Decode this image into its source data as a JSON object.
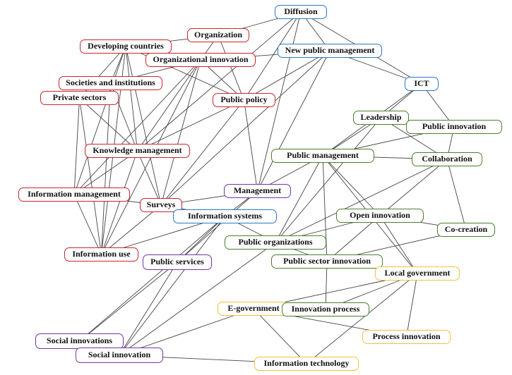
{
  "diagram": {
    "type": "keyword co-occurrence network",
    "clusters": [
      {
        "name": "cluster-red",
        "color": "#c8262c"
      },
      {
        "name": "cluster-blue",
        "color": "#2a78c6"
      },
      {
        "name": "cluster-green",
        "color": "#4a7f2e"
      },
      {
        "name": "cluster-purple",
        "color": "#7236a8"
      },
      {
        "name": "cluster-yellow",
        "color": "#f2c040"
      }
    ],
    "edge_color": "#444444",
    "nodes": [
      {
        "id": "diffusion",
        "label": "Diffusion",
        "cluster": "cluster-blue"
      },
      {
        "id": "organization",
        "label": "Organization",
        "cluster": "cluster-red"
      },
      {
        "id": "developing-countries",
        "label": "Developing countries",
        "cluster": "cluster-red"
      },
      {
        "id": "organizational-innovation",
        "label": "Organizational innovation",
        "cluster": "cluster-red"
      },
      {
        "id": "new-public-management",
        "label": "New public management",
        "cluster": "cluster-blue"
      },
      {
        "id": "societies-and-institutions",
        "label": "Societies and institutions",
        "cluster": "cluster-red"
      },
      {
        "id": "ict",
        "label": "ICT",
        "cluster": "cluster-blue"
      },
      {
        "id": "private-sectors",
        "label": "Private sectors",
        "cluster": "cluster-red"
      },
      {
        "id": "public-policy",
        "label": "Public policy",
        "cluster": "cluster-red"
      },
      {
        "id": "leadership",
        "label": "Leadership",
        "cluster": "cluster-green"
      },
      {
        "id": "public-innovation",
        "label": "Public innovation",
        "cluster": "cluster-green"
      },
      {
        "id": "knowledge-management",
        "label": "Knowledge management",
        "cluster": "cluster-red"
      },
      {
        "id": "public-management",
        "label": "Public management",
        "cluster": "cluster-green"
      },
      {
        "id": "collaboration",
        "label": "Collaboration",
        "cluster": "cluster-green"
      },
      {
        "id": "management",
        "label": "Management",
        "cluster": "cluster-purple"
      },
      {
        "id": "information-management",
        "label": "Information management",
        "cluster": "cluster-red"
      },
      {
        "id": "surveys",
        "label": "Surveys",
        "cluster": "cluster-red"
      },
      {
        "id": "information-systems",
        "label": "Information systems",
        "cluster": "cluster-blue"
      },
      {
        "id": "open-innovation",
        "label": "Open innovation",
        "cluster": "cluster-green"
      },
      {
        "id": "co-creation",
        "label": "Co-creation",
        "cluster": "cluster-green"
      },
      {
        "id": "public-organizations",
        "label": "Public organizations",
        "cluster": "cluster-green"
      },
      {
        "id": "information-use",
        "label": "Information use",
        "cluster": "cluster-red"
      },
      {
        "id": "public-services",
        "label": "Public services",
        "cluster": "cluster-purple"
      },
      {
        "id": "public-sector-innovation",
        "label": "Public sector innovation",
        "cluster": "cluster-green"
      },
      {
        "id": "local-government",
        "label": "Local government",
        "cluster": "cluster-yellow"
      },
      {
        "id": "e-government",
        "label": "E-government",
        "cluster": "cluster-yellow"
      },
      {
        "id": "innovation-process",
        "label": "Innovation process",
        "cluster": "cluster-green"
      },
      {
        "id": "process-innovation",
        "label": "Process innovation",
        "cluster": "cluster-yellow"
      },
      {
        "id": "social-innovations",
        "label": "Social innovations",
        "cluster": "cluster-purple"
      },
      {
        "id": "social-innovation",
        "label": "Social innovation",
        "cluster": "cluster-purple"
      },
      {
        "id": "information-technology",
        "label": "Information technology",
        "cluster": "cluster-yellow"
      }
    ],
    "edges": [
      [
        "diffusion",
        "organization"
      ],
      [
        "diffusion",
        "public-policy"
      ],
      [
        "diffusion",
        "new-public-management"
      ],
      [
        "diffusion",
        "ict"
      ],
      [
        "diffusion",
        "knowledge-management"
      ],
      [
        "diffusion",
        "management"
      ],
      [
        "organization",
        "developing-countries"
      ],
      [
        "organization",
        "organizational-innovation"
      ],
      [
        "organization",
        "public-policy"
      ],
      [
        "developing-countries",
        "societies-and-institutions"
      ],
      [
        "developing-countries",
        "private-sectors"
      ],
      [
        "developing-countries",
        "knowledge-management"
      ],
      [
        "developing-countries",
        "information-management"
      ],
      [
        "developing-countries",
        "information-use"
      ],
      [
        "developing-countries",
        "surveys"
      ],
      [
        "developing-countries",
        "public-policy"
      ],
      [
        "organizational-innovation",
        "societies-and-institutions"
      ],
      [
        "organizational-innovation",
        "knowledge-management"
      ],
      [
        "organizational-innovation",
        "information-management"
      ],
      [
        "organizational-innovation",
        "surveys"
      ],
      [
        "organizational-innovation",
        "public-policy"
      ],
      [
        "organizational-innovation",
        "new-public-management"
      ],
      [
        "organizational-innovation",
        "information-use"
      ],
      [
        "new-public-management",
        "public-policy"
      ],
      [
        "new-public-management",
        "ict"
      ],
      [
        "new-public-management",
        "management"
      ],
      [
        "new-public-management",
        "surveys"
      ],
      [
        "societies-and-institutions",
        "knowledge-management"
      ],
      [
        "societies-and-institutions",
        "information-use"
      ],
      [
        "private-sectors",
        "knowledge-management"
      ],
      [
        "private-sectors",
        "information-management"
      ],
      [
        "private-sectors",
        "information-use"
      ],
      [
        "public-policy",
        "knowledge-management"
      ],
      [
        "public-policy",
        "surveys"
      ],
      [
        "public-policy",
        "management"
      ],
      [
        "ict",
        "leadership"
      ],
      [
        "ict",
        "public-innovation"
      ],
      [
        "ict",
        "public-management"
      ],
      [
        "leadership",
        "public-management"
      ],
      [
        "leadership",
        "collaboration"
      ],
      [
        "leadership",
        "public-organizations"
      ],
      [
        "public-innovation",
        "public-management"
      ],
      [
        "public-innovation",
        "collaboration"
      ],
      [
        "knowledge-management",
        "information-management"
      ],
      [
        "knowledge-management",
        "surveys"
      ],
      [
        "knowledge-management",
        "information-use"
      ],
      [
        "public-management",
        "collaboration"
      ],
      [
        "public-management",
        "management"
      ],
      [
        "public-management",
        "public-organizations"
      ],
      [
        "public-management",
        "public-sector-innovation"
      ],
      [
        "public-management",
        "open-innovation"
      ],
      [
        "public-management",
        "local-government"
      ],
      [
        "collaboration",
        "public-organizations"
      ],
      [
        "collaboration",
        "open-innovation"
      ],
      [
        "collaboration",
        "co-creation"
      ],
      [
        "management",
        "surveys"
      ],
      [
        "management",
        "information-systems"
      ],
      [
        "management",
        "public-services"
      ],
      [
        "information-management",
        "information-use"
      ],
      [
        "information-management",
        "surveys"
      ],
      [
        "surveys",
        "information-systems"
      ],
      [
        "surveys",
        "information-use"
      ],
      [
        "information-systems",
        "public-organizations"
      ],
      [
        "information-systems",
        "information-use"
      ],
      [
        "information-systems",
        "public-services"
      ],
      [
        "information-systems",
        "social-innovations"
      ],
      [
        "information-systems",
        "social-innovation"
      ],
      [
        "open-innovation",
        "co-creation"
      ],
      [
        "open-innovation",
        "public-organizations"
      ],
      [
        "open-innovation",
        "public-sector-innovation"
      ],
      [
        "open-innovation",
        "local-government"
      ],
      [
        "co-creation",
        "public-sector-innovation"
      ],
      [
        "public-organizations",
        "public-sector-innovation"
      ],
      [
        "public-organizations",
        "social-innovation"
      ],
      [
        "public-services",
        "social-innovations"
      ],
      [
        "public-services",
        "social-innovation"
      ],
      [
        "public-sector-innovation",
        "innovation-process"
      ],
      [
        "local-government",
        "e-government"
      ],
      [
        "local-government",
        "innovation-process"
      ],
      [
        "local-government",
        "process-innovation"
      ],
      [
        "local-government",
        "information-technology"
      ],
      [
        "e-government",
        "social-innovation"
      ],
      [
        "e-government",
        "process-innovation"
      ],
      [
        "e-government",
        "information-technology"
      ],
      [
        "social-innovation",
        "information-technology"
      ]
    ]
  }
}
